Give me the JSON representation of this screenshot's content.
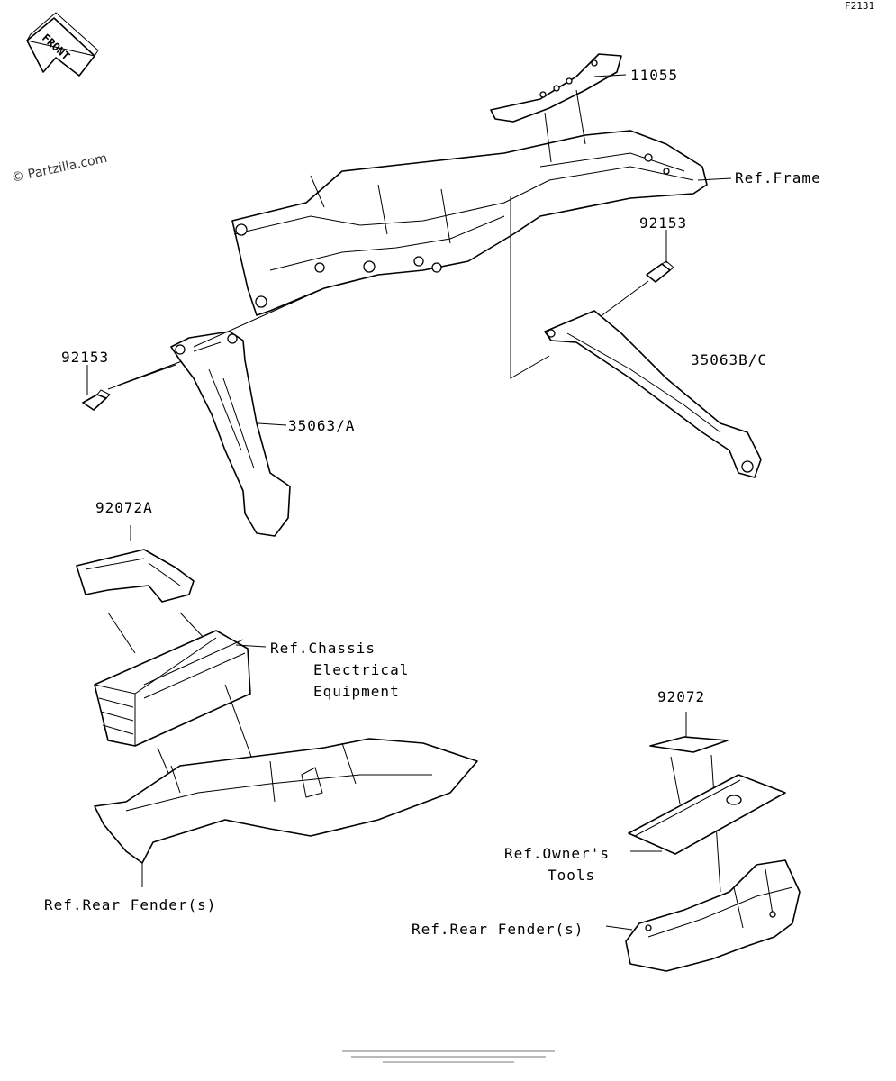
{
  "figure_code": "F2131",
  "front_label": "FRONT",
  "watermark": "© Partzilla.com",
  "labels": {
    "p11055": "11055",
    "ref_frame": "Ref.Frame",
    "p92153_right": "92153",
    "p35063bc": "35063B/C",
    "p92153_left": "92153",
    "p35063a": "35063/A",
    "p92072a": "92072A",
    "ref_chassis_1": "Ref.Chassis",
    "ref_chassis_2": "Electrical",
    "ref_chassis_3": "Equipment",
    "p92072": "92072",
    "ref_owners_1": "Ref.Owner's",
    "ref_owners_2": "Tools",
    "ref_rear_fender_left": "Ref.Rear Fender(s)",
    "ref_rear_fender_right": "Ref.Rear Fender(s)"
  }
}
